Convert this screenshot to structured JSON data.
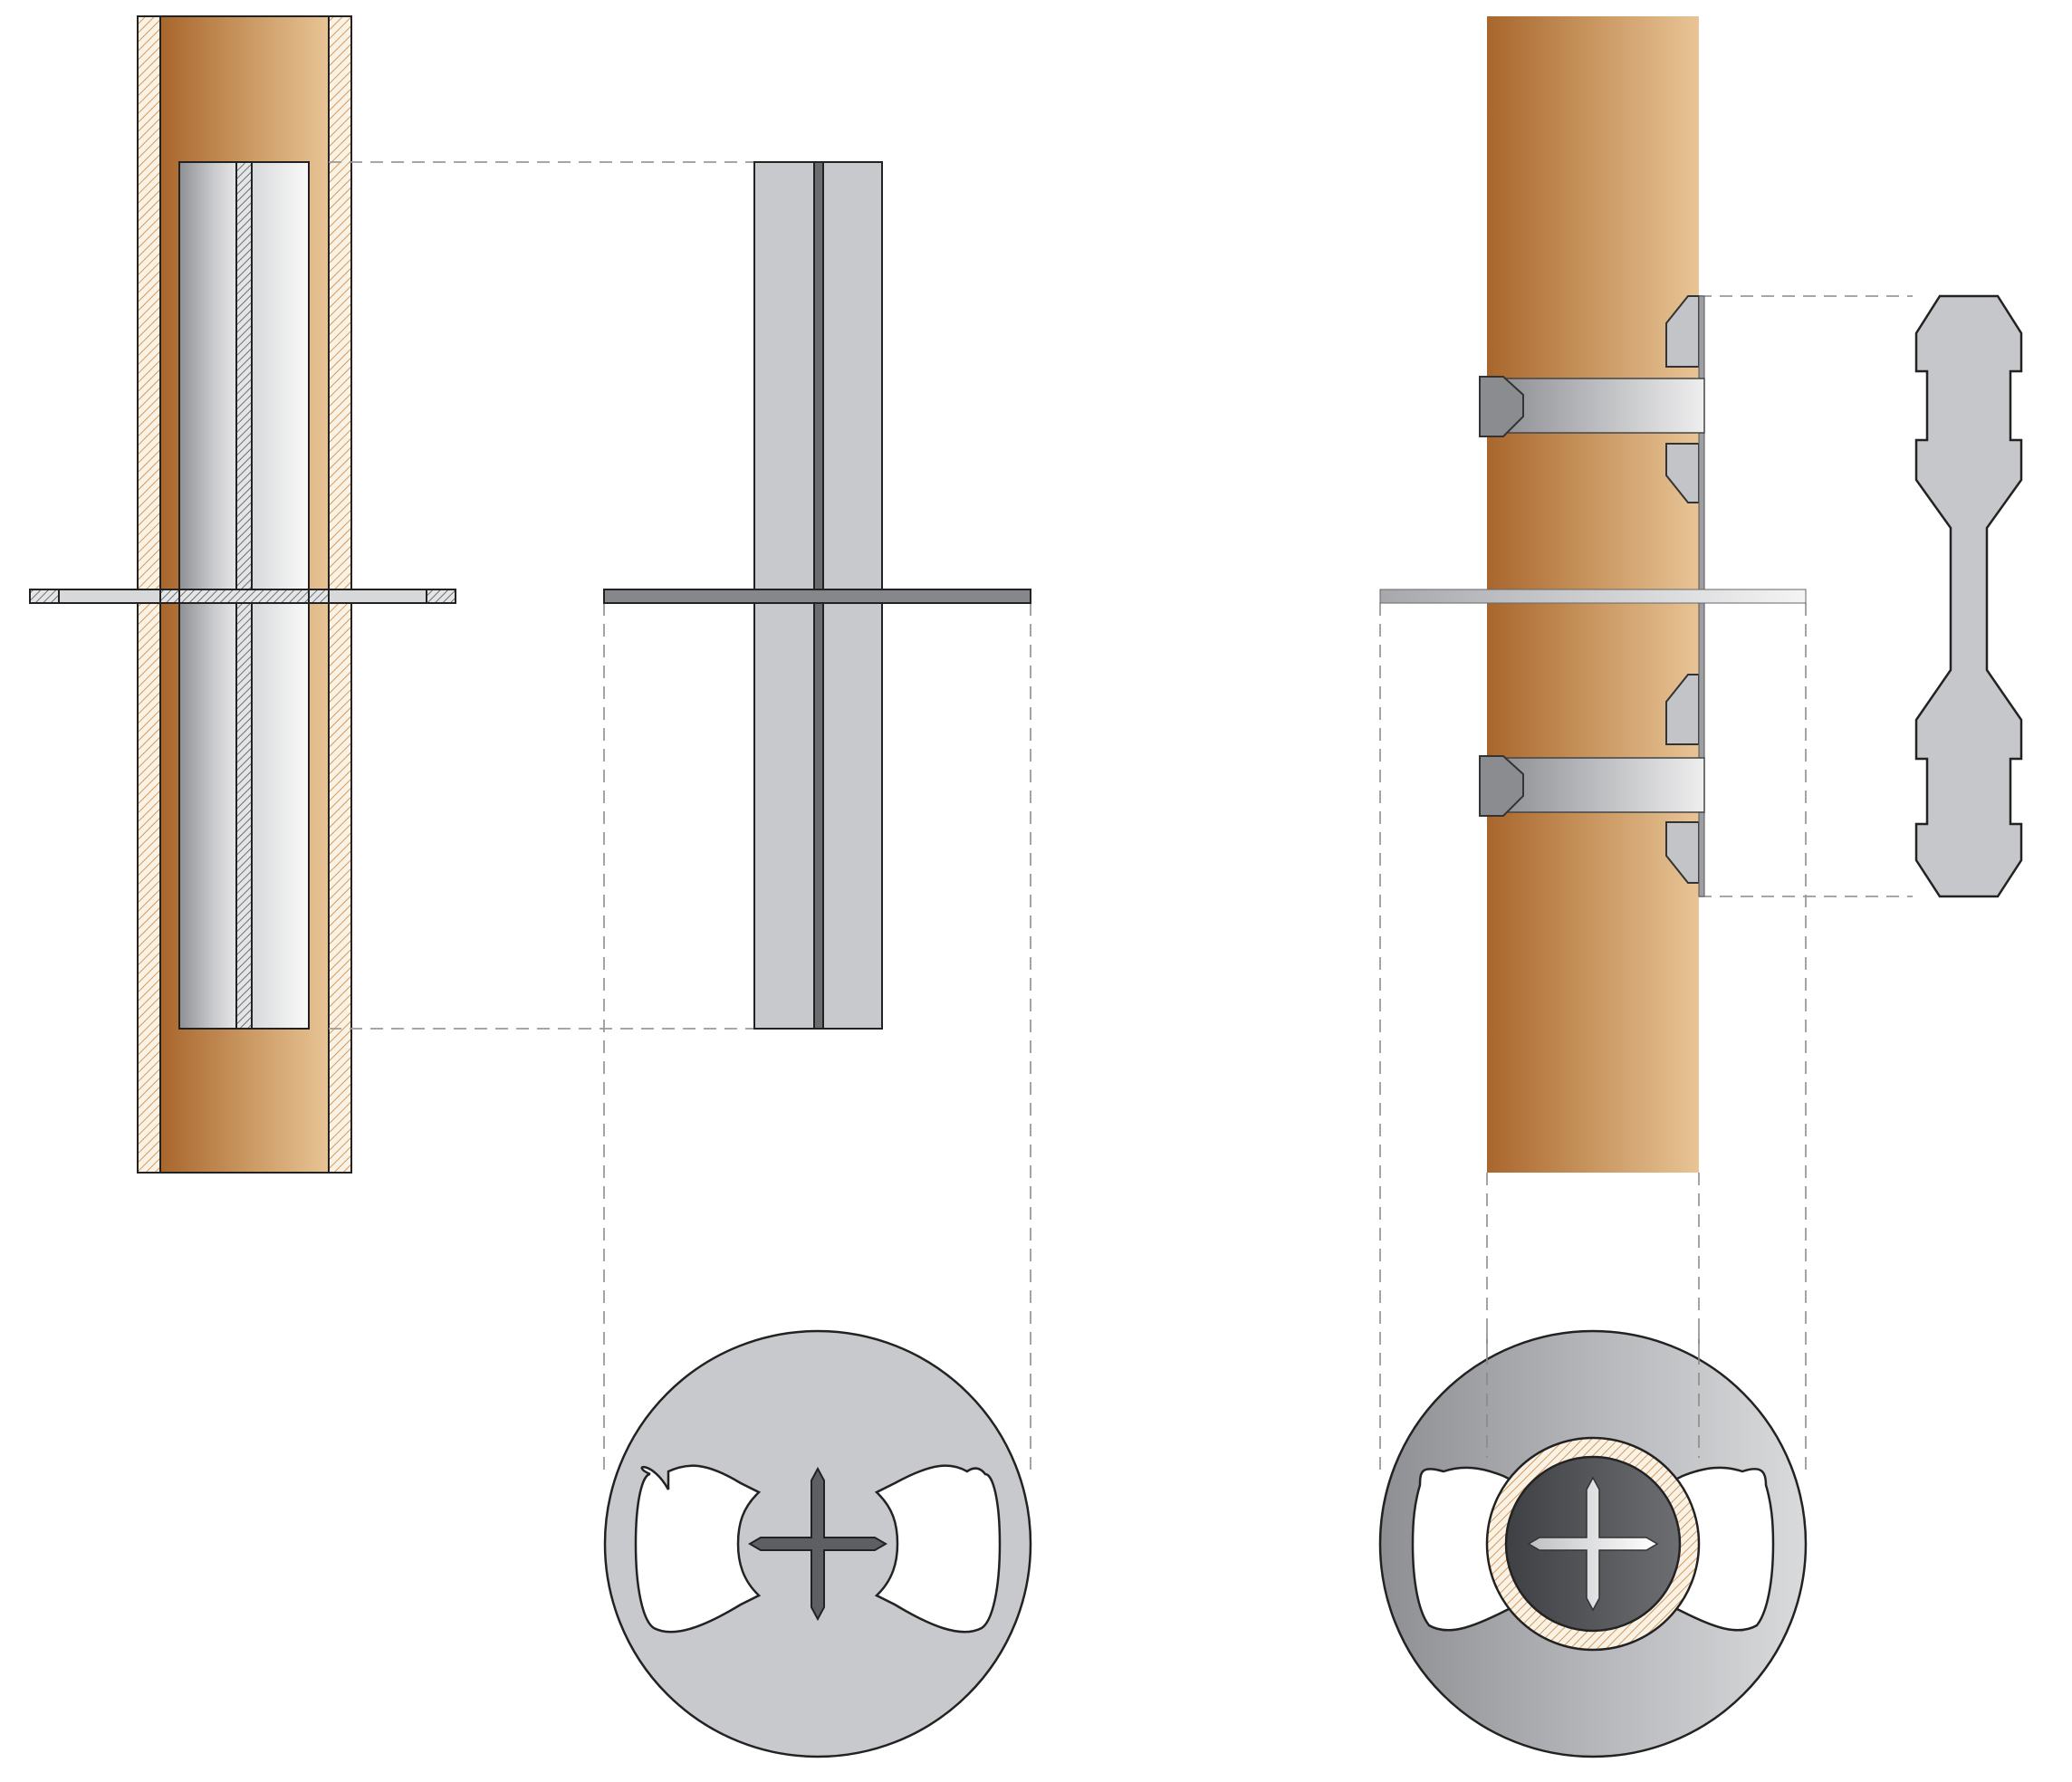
{
  "diagram": {
    "colors": {
      "background": "#ffffff",
      "wood_dark": "#a8662c",
      "wood_mid": "#c99660",
      "wood_light": "#e8c496",
      "hatch": "#d8a060",
      "steel_light": "#c8c9cc",
      "steel_mid": "#a8aaae",
      "steel_dark": "#6a6c70",
      "steel_darkest": "#4c4e52",
      "outline": "#222222",
      "guide_line": "#9a9a9a"
    },
    "views": [
      {
        "name": "section-through-column"
      },
      {
        "name": "connector-elevation"
      },
      {
        "name": "column-assembly-elevation"
      },
      {
        "name": "connector-side-profile"
      },
      {
        "name": "connector-plan"
      },
      {
        "name": "assembly-plan"
      }
    ]
  }
}
